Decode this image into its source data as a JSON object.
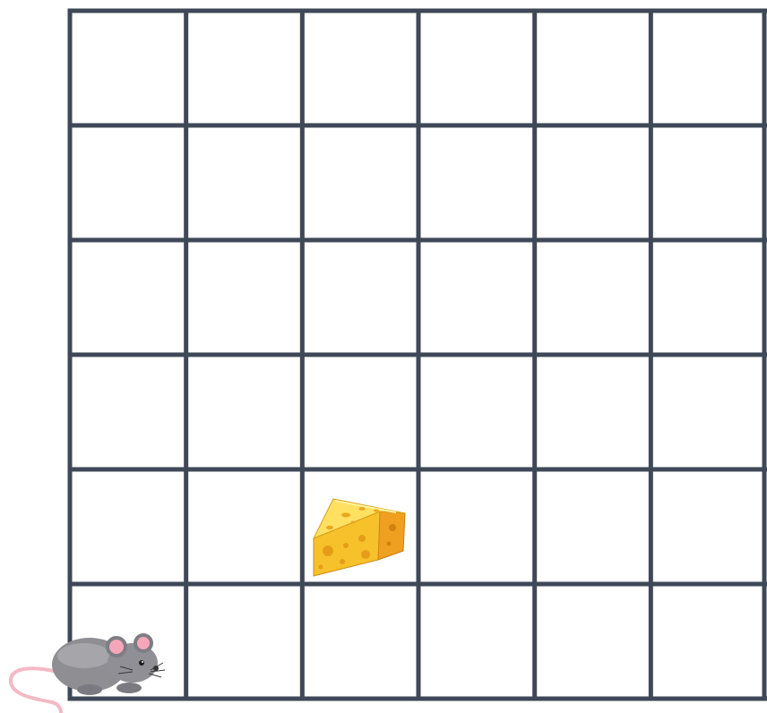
{
  "board": {
    "rows": 6,
    "cols": 6,
    "line_color": "#3f4856",
    "background": "#ffffff"
  },
  "pieces": [
    {
      "name": "mouse-piece",
      "icon": "mouse-icon",
      "row": 6,
      "col": 1
    },
    {
      "name": "cheese-piece",
      "icon": "cheese-icon",
      "row": 5,
      "col": 3
    }
  ]
}
